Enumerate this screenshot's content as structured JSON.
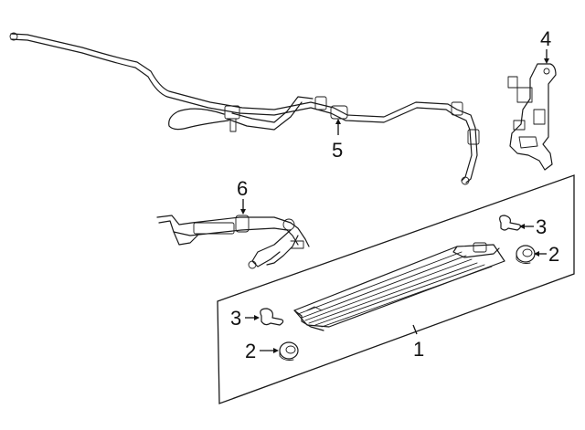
{
  "diagram": {
    "callouts": {
      "cooler": "1",
      "grommet_right": "2",
      "grommet_left": "2",
      "clip_right": "3",
      "clip_left": "3",
      "bracket": "4",
      "outlet_tube": "5",
      "inlet_hose": "6"
    }
  }
}
